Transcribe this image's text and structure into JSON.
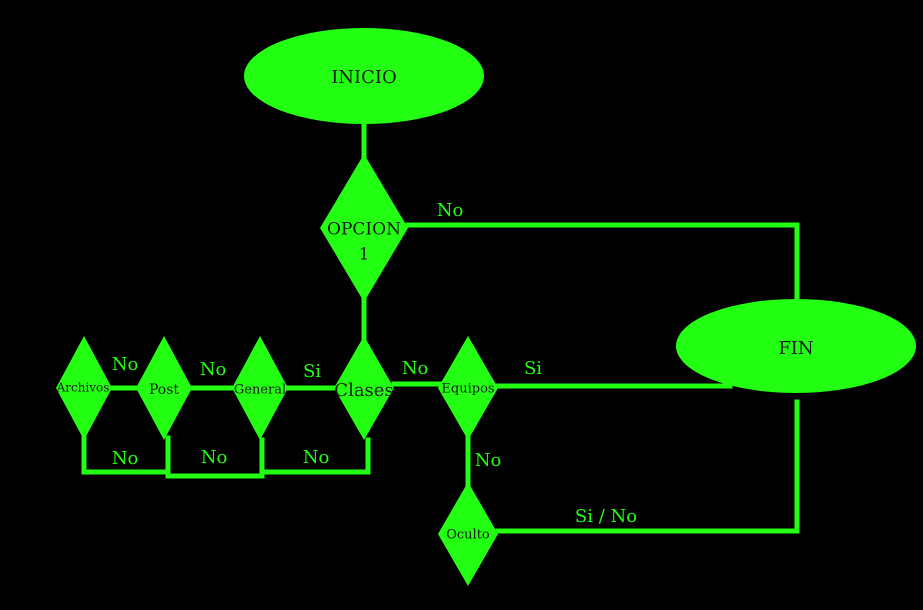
{
  "nodes": {
    "inicio": "INICIO",
    "opcion_line1": "OPCION",
    "opcion_line2": "1",
    "fin": "FIN",
    "clases": "Clases",
    "general": "General",
    "post": "Post",
    "archivos": "Archivos",
    "equipos": "Equipos",
    "oculto": "Oculto"
  },
  "edges": {
    "opcion_to_fin": "No",
    "clases_to_general": "Si",
    "general_to_post": "No",
    "post_to_archivos": "No",
    "archivos_loop": "No",
    "post_loop": "No",
    "general_loop": "No",
    "clases_to_equipos": "No",
    "equipos_to_fin": "Si",
    "equipos_to_oculto": "No",
    "oculto_to_fin": "Si / No"
  },
  "colors": {
    "background": "#000000",
    "shape_fill": "#23ff12",
    "node_text": "#1a1a1a"
  }
}
